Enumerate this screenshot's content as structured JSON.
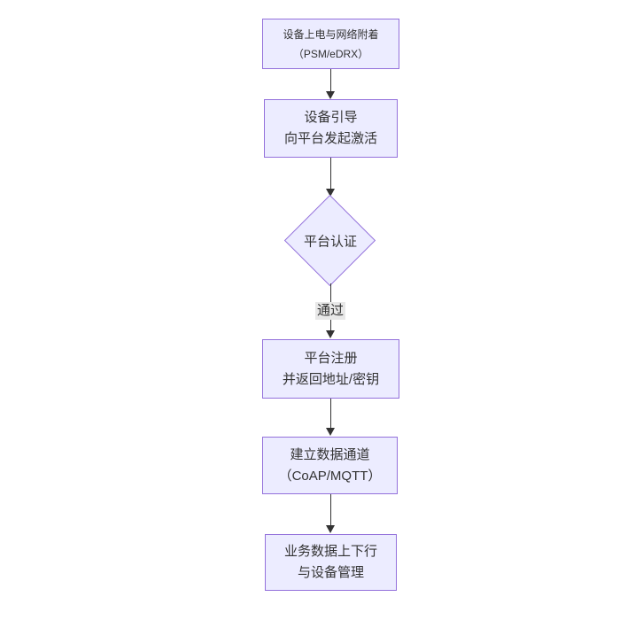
{
  "diagram": {
    "type": "flowchart",
    "direction": "top-down",
    "colors": {
      "node_fill": "#ECECFF",
      "node_border": "#9370DB",
      "line_color": "#333333",
      "label_bg": "#e8e8e8",
      "text_color": "#333333",
      "canvas_bg": "#ffffff"
    },
    "nodes": [
      {
        "id": "power-attach",
        "type": "rect",
        "line1": "设备上电与网络附着",
        "line2": "（PSM/eDRX）"
      },
      {
        "id": "bootstrap",
        "type": "rect",
        "line1": "设备引导",
        "line2": "向平台发起激活"
      },
      {
        "id": "auth",
        "type": "diamond",
        "label": "平台认证"
      },
      {
        "id": "register",
        "type": "rect",
        "line1": "平台注册",
        "line2": "并返回地址/密钥"
      },
      {
        "id": "channel",
        "type": "rect",
        "line1": "建立数据通道",
        "line2": "（CoAP/MQTT）"
      },
      {
        "id": "business",
        "type": "rect",
        "line1": "业务数据上下行",
        "line2": "与设备管理"
      }
    ],
    "edges": [
      {
        "from": "power-attach",
        "to": "bootstrap",
        "label": ""
      },
      {
        "from": "bootstrap",
        "to": "auth",
        "label": ""
      },
      {
        "from": "auth",
        "to": "register",
        "label": "通过"
      },
      {
        "from": "register",
        "to": "channel",
        "label": ""
      },
      {
        "from": "channel",
        "to": "business",
        "label": ""
      }
    ]
  }
}
